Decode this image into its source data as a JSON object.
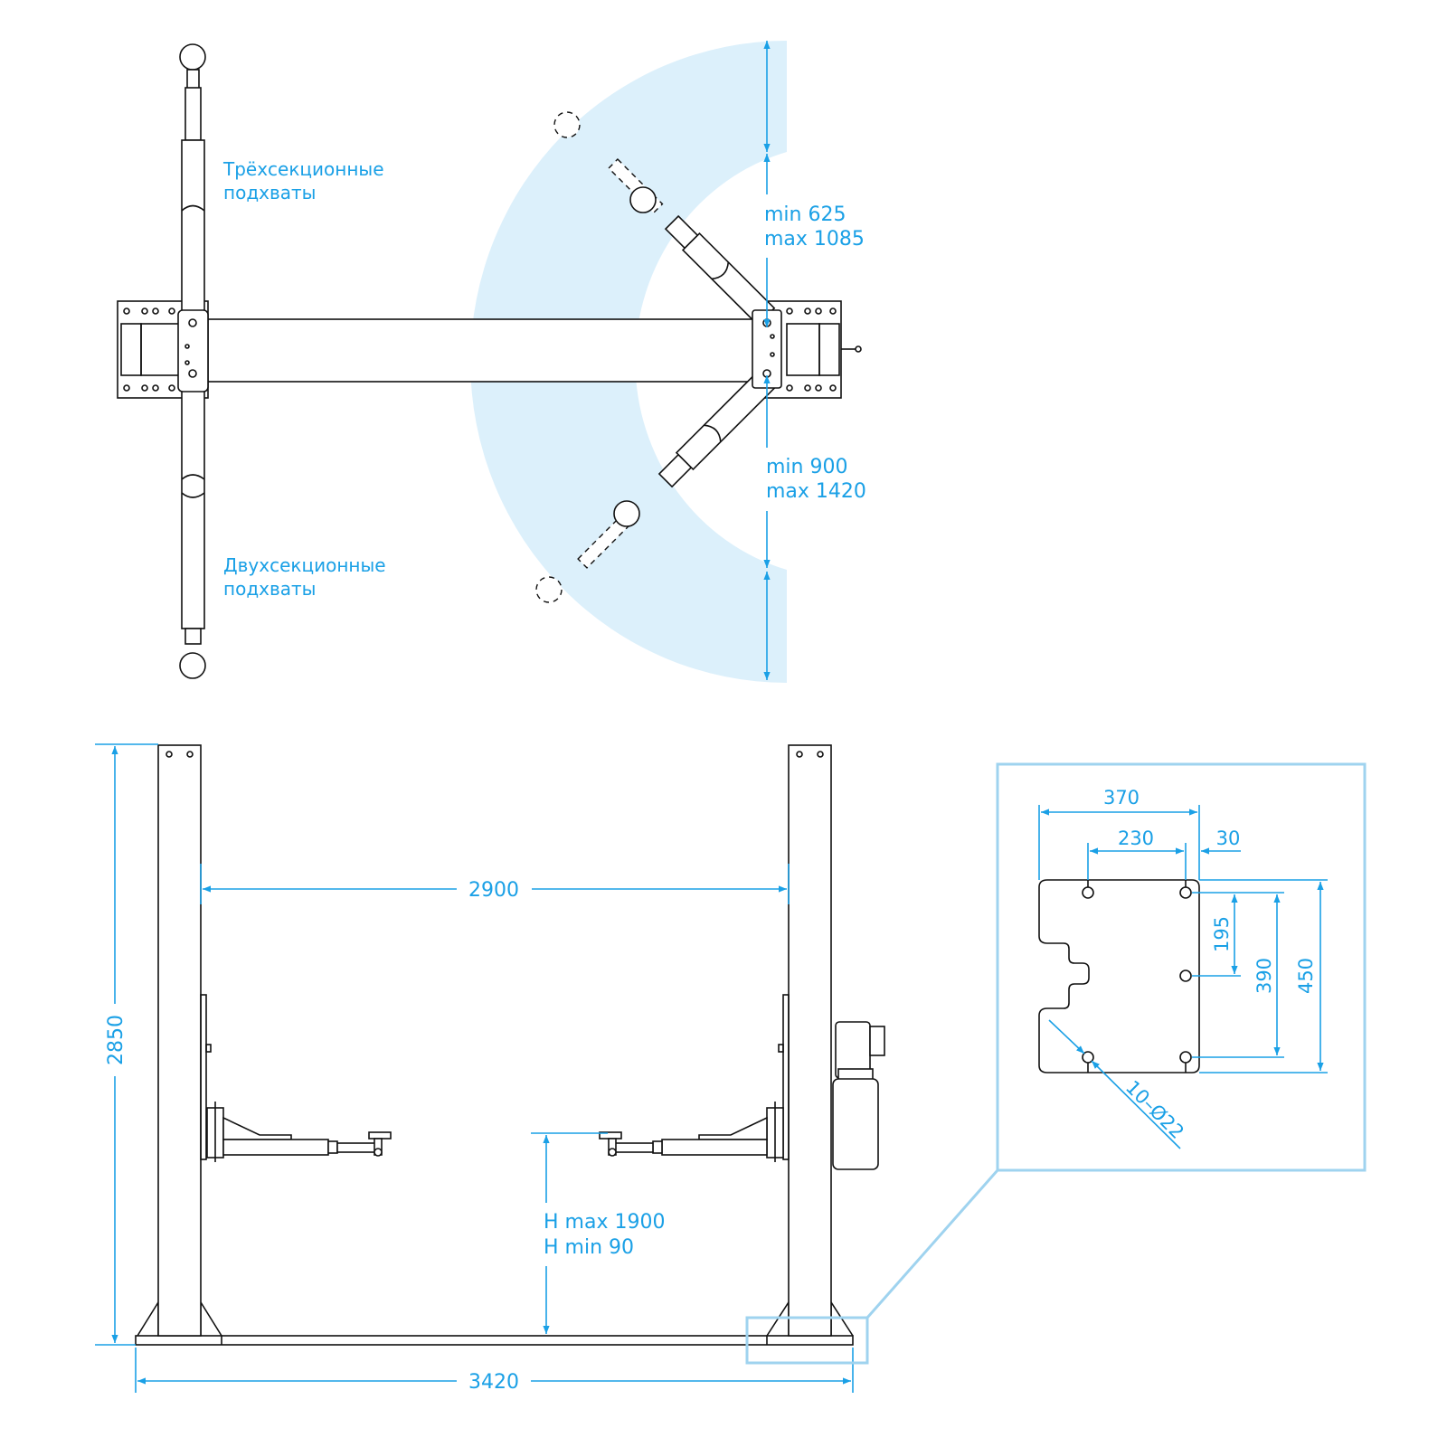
{
  "labels": {
    "three_section_line1": "Трёхсекционные",
    "three_section_line2": "подхваты",
    "two_section_line1": "Двухсекционные",
    "two_section_line2": "подхваты"
  },
  "top_view": {
    "upper_min": "min 625",
    "upper_max": "max 1085",
    "lower_min": "min 900",
    "lower_max": "max 1420"
  },
  "front_view": {
    "height": "2850",
    "inner_width": "2900",
    "outer_width": "3420",
    "h_max": "H max 1900",
    "h_min": "H min 90"
  },
  "base_plate": {
    "dim_370": "370",
    "dim_230": "230",
    "dim_30": "30",
    "dim_195": "195",
    "dim_390": "390",
    "dim_450": "450",
    "holes": "10–Ø22"
  },
  "colors": {
    "accent": "#1aa0e6",
    "sweep_fill": "#dcf0fb",
    "line": "#111111",
    "detail_box": "#9fd3ef"
  }
}
